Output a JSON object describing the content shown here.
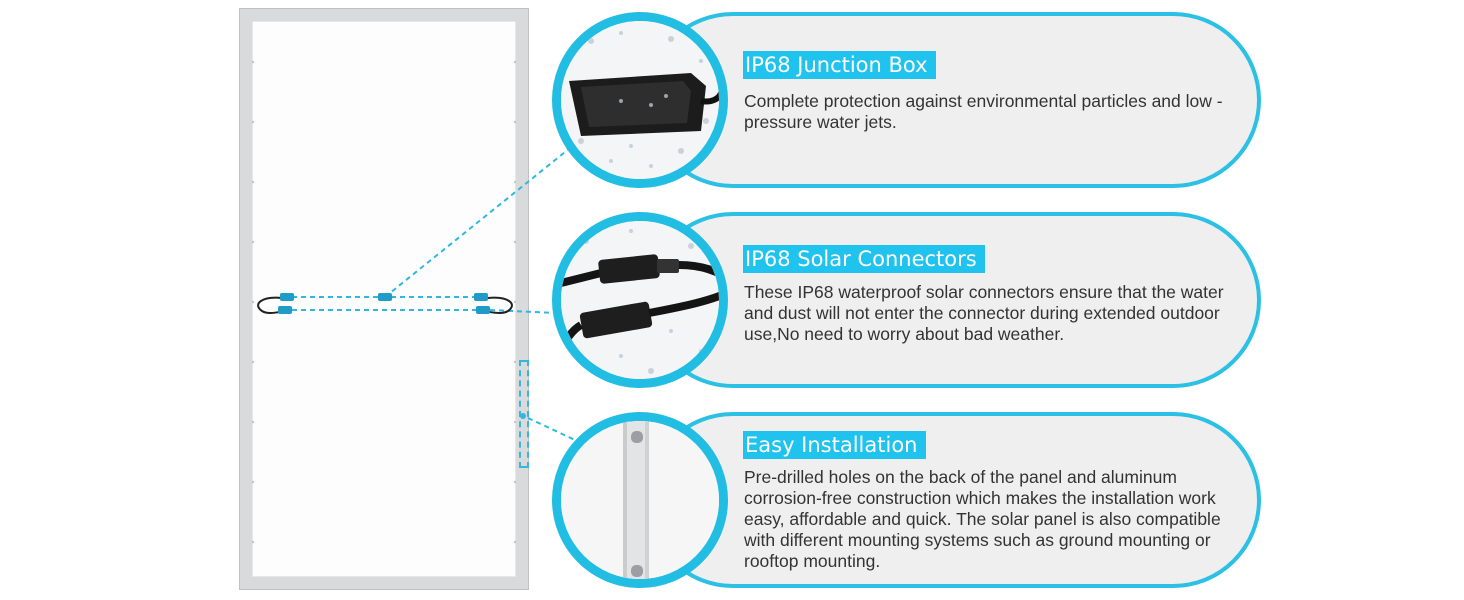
{
  "features": [
    {
      "title": "IP68 Junction Box",
      "description": "Complete protection against environmental particles and low -pressure water jets.",
      "icon": "junction-box"
    },
    {
      "title": "IP68 Solar Connectors",
      "description": "These IP68 waterproof solar connectors ensure that the water and dust will not enter the connector during extended outdoor use,No need to worry about bad weather.",
      "icon": "solar-connector"
    },
    {
      "title": "Easy Installation",
      "description": "Pre-drilled holes on the back of the panel and aluminum corrosion-free construction which makes the installation work easy, affordable and quick. The solar panel is also compatible with different mounting systems such as ground mounting or rooftop mounting.",
      "icon": "mounting-hole"
    }
  ],
  "colors": {
    "accent": "#1fc3ee",
    "ring": "#21bde3",
    "pill_bg": "#efefef",
    "text": "#333333",
    "frame": "#d8dadc"
  }
}
